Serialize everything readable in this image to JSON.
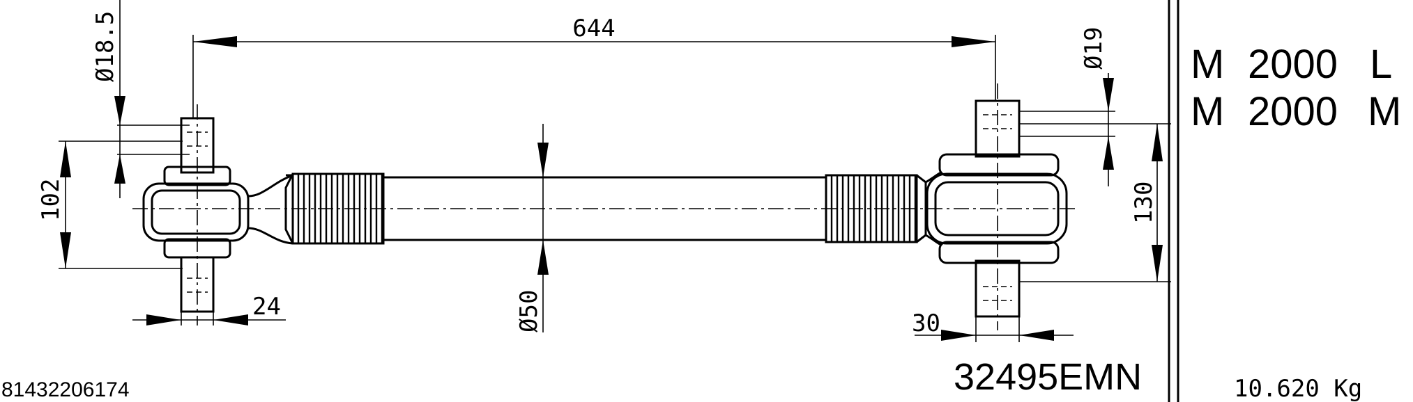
{
  "dimensions": {
    "length": "644",
    "left_pin_diameter": "Ø18.5",
    "right_pin_diameter": "Ø19",
    "left_height": "102",
    "right_height": "130",
    "left_pin_width": "24",
    "right_pin_width": "30",
    "tube_diameter": "Ø50"
  },
  "models": {
    "line1": [
      "M",
      "2000",
      "L"
    ],
    "line2": [
      "M",
      "2000",
      "M"
    ]
  },
  "part_number": "81432206174",
  "code": "32495EMN",
  "weight": "10.620 Kg"
}
